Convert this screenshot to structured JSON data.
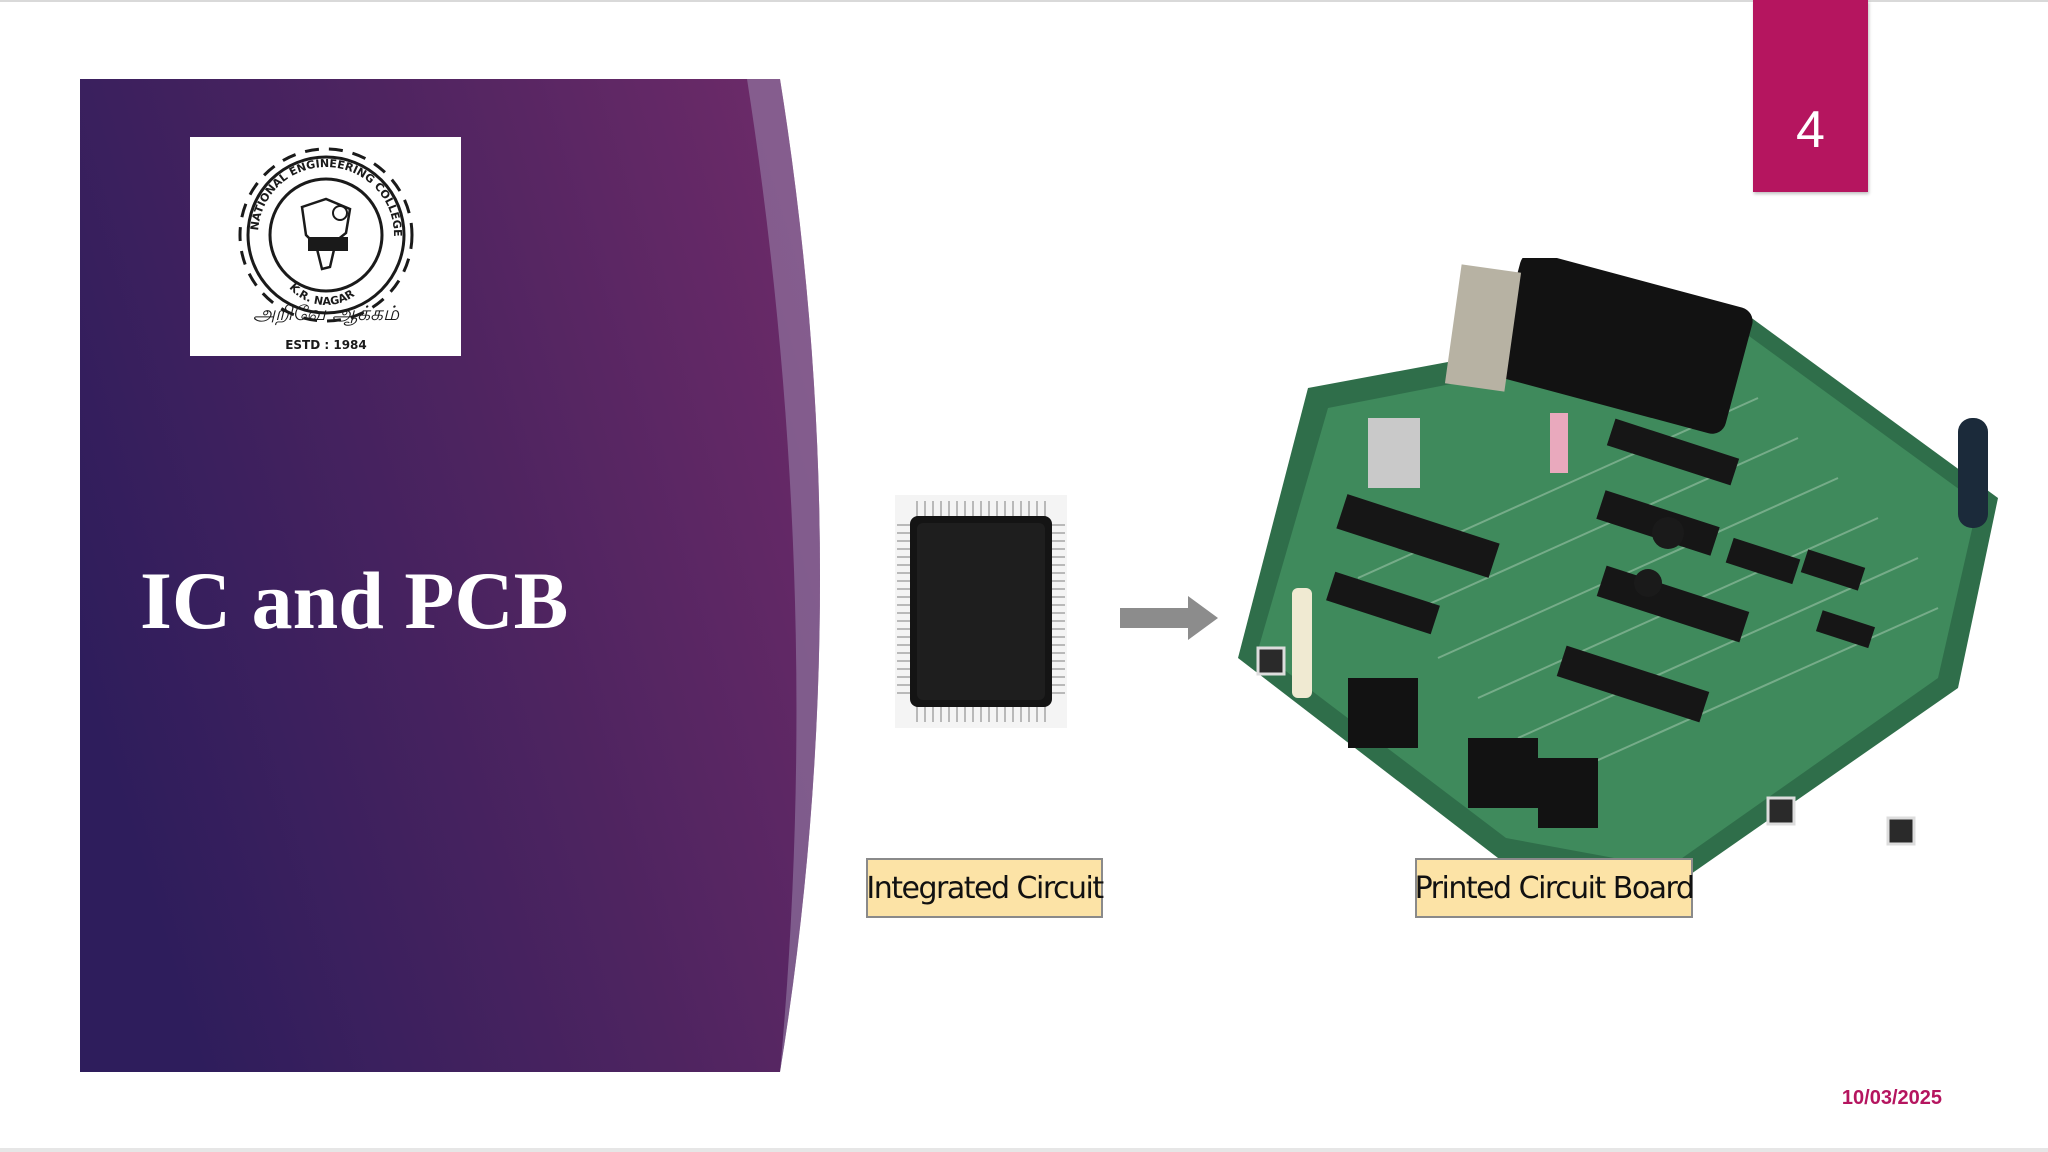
{
  "slide": {
    "title": "IC and PCB",
    "page_number": "4",
    "date": "10/03/2025"
  },
  "logo": {
    "ring_text": "NATIONAL ENGINEERING COLLEGE",
    "location": "K.R. NAGAR",
    "motto": "அறிவே ஆக்கம்",
    "established": "ESTD : 1984"
  },
  "figure": {
    "left_label": "Integrated Circuit",
    "right_label": "Printed Circuit Board"
  },
  "colors": {
    "accent": "#b5155f",
    "panel_dark": "#2e1d5c",
    "panel_light": "#6b2a68",
    "label_fill": "#fce3a6"
  }
}
